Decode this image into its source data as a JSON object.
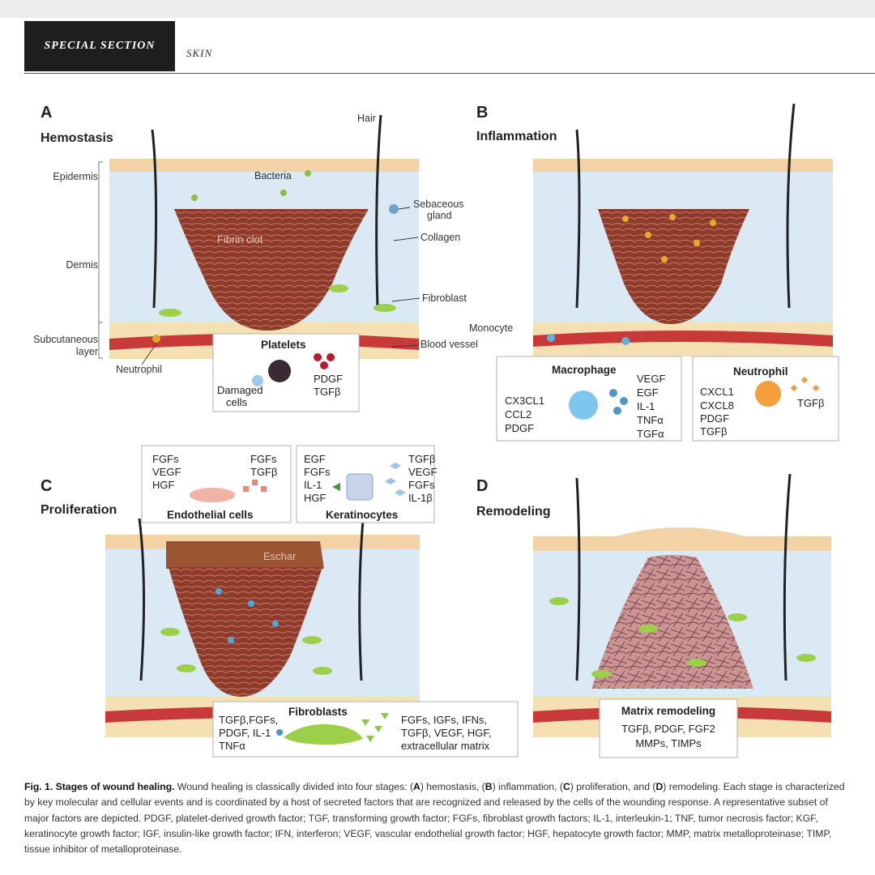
{
  "header": {
    "section": "SPECIAL SECTION",
    "topic": "SKIN"
  },
  "panels": {
    "a": {
      "letter": "A",
      "title": "Hemostasis",
      "labels": {
        "epidermis": "Epidermis",
        "dermis": "Dermis",
        "subcutaneous_1": "Subcutaneous",
        "subcutaneous_2": "layer",
        "hair": "Hair",
        "bacteria": "Bacteria",
        "sebaceous_1": "Sebaceous",
        "sebaceous_2": "gland",
        "collagen": "Collagen",
        "fibrin_clot": "Fibrin clot",
        "fibroblast": "Fibroblast",
        "blood_vessel": "Blood vessel",
        "neutrophil": "Neutrophil"
      },
      "box": {
        "title": "Platelets",
        "damaged_1": "Damaged",
        "damaged_2": "cells",
        "factors": [
          "PDGF",
          "TGFβ"
        ]
      }
    },
    "b": {
      "letter": "B",
      "title": "Inflammation",
      "labels": {
        "monocyte": "Monocyte"
      },
      "macrophage": {
        "title": "Macrophage",
        "left": [
          "CX3CL1",
          "CCL2",
          "PDGF"
        ],
        "right": [
          "VEGF",
          "EGF",
          "IL-1",
          "TNFα",
          "TGFα"
        ]
      },
      "neutrophil": {
        "title": "Neutrophil",
        "left": [
          "CXCL1",
          "CXCL8",
          "PDGF",
          "TGFβ"
        ],
        "right": [
          "TGFβ"
        ]
      }
    },
    "c": {
      "letter": "C",
      "title": "Proliferation",
      "labels": {
        "eschar": "Eschar"
      },
      "endothelial": {
        "title": "Endothelial cells",
        "left": [
          "FGFs",
          "VEGF",
          "HGF"
        ],
        "right": [
          "FGFs",
          "TGFβ"
        ]
      },
      "keratinocytes": {
        "title": "Keratinocytes",
        "left": [
          "EGF",
          "FGFs",
          "IL-1",
          "HGF"
        ],
        "right": [
          "TGFβ",
          "VEGF",
          "FGFs",
          "IL-1β"
        ]
      },
      "fibroblasts": {
        "title": "Fibroblasts",
        "left": [
          "TGFβ,FGFs,",
          "PDGF, IL-1",
          "TNFα"
        ],
        "right": [
          "FGFs, IGFs, IFNs,",
          "TGFβ, VEGF, HGF,",
          "extracellular matrix"
        ]
      }
    },
    "d": {
      "letter": "D",
      "title": "Remodeling",
      "box": {
        "title": "Matrix remodeling",
        "lines": [
          "TGFβ, PDGF, FGF2",
          "MMPs, TIMPs"
        ]
      }
    }
  },
  "caption": {
    "lead": "Fig. 1. Stages of wound healing.",
    "pre1": " Wound healing is classically divided into four stages: (",
    "a": "A",
    "t_a": ") hemostasis, (",
    "b": "B",
    "t_b": ") inflammation, (",
    "c": "C",
    "t_c": ") proliferation, and (",
    "d": "D",
    "t_d": ") remodeling. Each stage is characterized by key molecular and cellular events and is coordinated by a host of secreted factors that are recognized and released by the cells of the wounding response. A representative subset of major factors are depicted. PDGF, platelet-derived growth factor; TGF, transforming growth factor; FGFs, fibroblast growth factors; IL-1, interleukin-1; TNF, tumor necrosis factor; KGF, keratinocyte growth factor; IGF, insulin-like growth factor; IFN, interferon; VEGF, vascular endothelial growth factor; HGF, hepatocyte growth factor; MMP, matrix metalloproteinase; TIMP, tissue inhibitor of metalloproteinase."
  }
}
